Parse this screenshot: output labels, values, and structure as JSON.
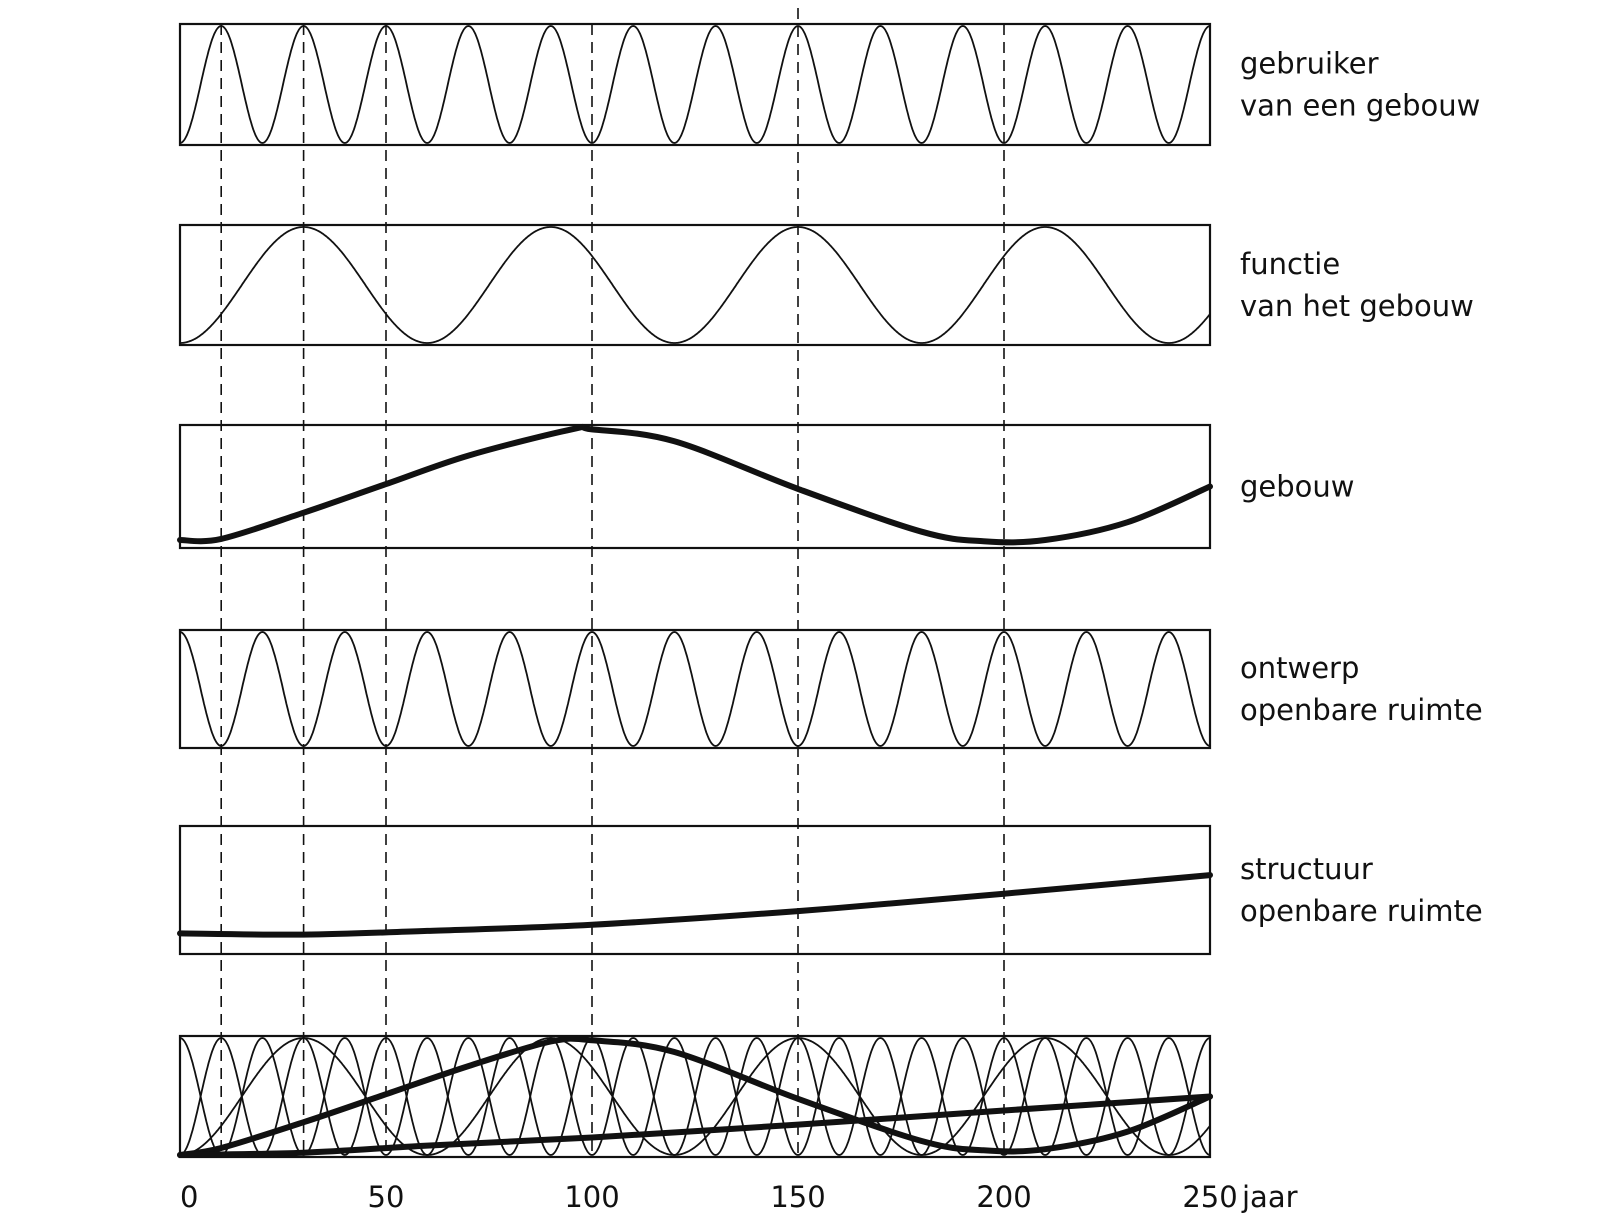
{
  "chart_data": {
    "type": "line",
    "x_axis": {
      "range": [
        0,
        250
      ],
      "ticks": [
        "0",
        "50",
        "100",
        "150",
        "200"
      ],
      "last_tick": "250",
      "unit": "jaar"
    },
    "reference_lines_x": [
      10,
      30,
      50,
      100,
      150,
      200
    ],
    "panels": [
      {
        "id": "gebruiker",
        "label_lines": [
          "gebruiker",
          "van een gebouw"
        ],
        "series": [
          {
            "kind": "cosine",
            "period": 20,
            "peak_x": 10,
            "stroke": "thin"
          }
        ]
      },
      {
        "id": "functie",
        "label_lines": [
          "functie",
          "van het gebouw"
        ],
        "series": [
          {
            "kind": "cosine",
            "period": 60,
            "peak_x": 30,
            "stroke": "thin"
          }
        ]
      },
      {
        "id": "gebouw",
        "label_lines": [
          "gebouw"
        ],
        "series": [
          {
            "kind": "smooth",
            "points": [
              [
                0,
                0.05
              ],
              [
                10,
                0.06
              ],
              [
                30,
                0.28
              ],
              [
                50,
                0.52
              ],
              [
                70,
                0.76
              ],
              [
                95,
                0.98
              ],
              [
                100,
                0.98
              ],
              [
                120,
                0.88
              ],
              [
                150,
                0.48
              ],
              [
                180,
                0.12
              ],
              [
                195,
                0.04
              ],
              [
                210,
                0.05
              ],
              [
                230,
                0.2
              ],
              [
                250,
                0.5
              ]
            ],
            "stroke": "thick"
          }
        ]
      },
      {
        "id": "ontwerp",
        "label_lines": [
          "ontwerp",
          "openbare ruimte"
        ],
        "series": [
          {
            "kind": "cosine",
            "period": 20,
            "peak_x": 0,
            "stroke": "thin"
          }
        ]
      },
      {
        "id": "structuur",
        "label_lines": [
          "structuur",
          "openbare ruimte"
        ],
        "series": [
          {
            "kind": "smooth",
            "points": [
              [
                0,
                0.15
              ],
              [
                30,
                0.14
              ],
              [
                60,
                0.17
              ],
              [
                100,
                0.22
              ],
              [
                150,
                0.33
              ],
              [
                200,
                0.47
              ],
              [
                250,
                0.62
              ],
              [
                0,
                0.15
              ]
            ],
            "stroke": "thick"
          }
        ]
      },
      {
        "id": "combined",
        "label_lines": [],
        "series": [
          {
            "kind": "cosine",
            "period": 20,
            "peak_x": 10,
            "stroke": "thin"
          },
          {
            "kind": "cosine",
            "period": 20,
            "peak_x": 0,
            "stroke": "thin"
          },
          {
            "kind": "cosine",
            "period": 60,
            "peak_x": 30,
            "stroke": "thin"
          },
          {
            "kind": "smooth",
            "points": [
              [
                0,
                0.0
              ],
              [
                10,
                0.06
              ],
              [
                30,
                0.28
              ],
              [
                50,
                0.52
              ],
              [
                70,
                0.76
              ],
              [
                90,
                0.97
              ],
              [
                100,
                0.98
              ],
              [
                120,
                0.88
              ],
              [
                150,
                0.48
              ],
              [
                180,
                0.12
              ],
              [
                195,
                0.04
              ],
              [
                210,
                0.05
              ],
              [
                230,
                0.2
              ],
              [
                250,
                0.5
              ]
            ],
            "stroke": "thick"
          },
          {
            "kind": "smooth",
            "points": [
              [
                0,
                0.0
              ],
              [
                30,
                0.02
              ],
              [
                60,
                0.08
              ],
              [
                100,
                0.15
              ],
              [
                150,
                0.26
              ],
              [
                200,
                0.38
              ],
              [
                250,
                0.5
              ]
            ],
            "stroke": "thick"
          }
        ]
      }
    ],
    "colors": {
      "ink": "#111111",
      "background": "#ffffff"
    }
  }
}
